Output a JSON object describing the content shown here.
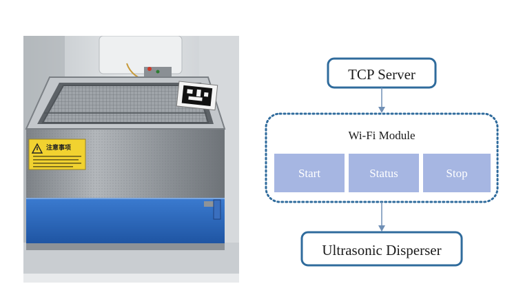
{
  "photo": {
    "subject": "ultrasonic cleaning bath with stainless steel mesh basket, blue base and fiducial marker",
    "warning_label": {
      "title": "注意事项"
    },
    "colors": {
      "steel": "#9ea3a8",
      "blue": "#2f6ec2",
      "wall": "#d9dcdf",
      "warning_yellow": "#f1d230"
    }
  },
  "diagram": {
    "top_node": "TCP Server",
    "container": {
      "label": "Wi-Fi Module"
    },
    "buttons": [
      {
        "label": "Start"
      },
      {
        "label": "Status"
      },
      {
        "label": "Stop"
      }
    ],
    "bottom_node": "Ultrasonic Disperser",
    "colors": {
      "border": "#2f6b9c",
      "button_fill": "#a6b6e2",
      "button_text": "#ffffff",
      "text": "#1a1a1a",
      "arrow": "#6f8fb5"
    }
  }
}
